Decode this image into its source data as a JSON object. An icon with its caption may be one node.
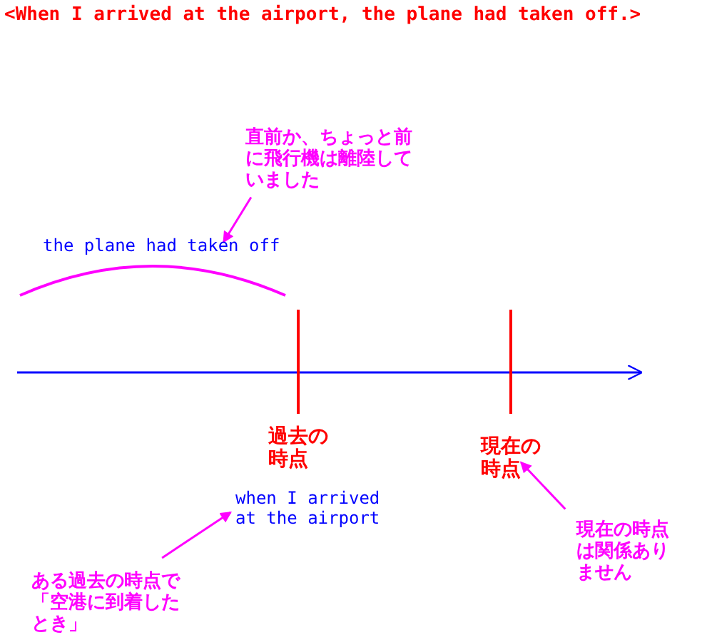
{
  "diagram": {
    "title": "<When I arrived at the airport, the plane had taken off.>",
    "nodes": [
      {
        "text": [
          "直前か、ちょっと前に飛行機は離陸していました"
        ]
      },
      {
        "text": [
          "the plane had taken off"
        ]
      },
      {
        "text": [
          "過去の時点"
        ]
      },
      {
        "text": [
          "現在の時点"
        ]
      },
      {
        "text": [
          "when I arrived at the airport"
        ]
      },
      {
        "text": [
          "ある過去の時点で「空港に到着したとき」"
        ]
      },
      {
        "text": [
          "現在の時点は関係ありません"
        ]
      }
    ],
    "edges": [
      {
        "from": 0,
        "to": 1,
        "arrow": "to"
      },
      {
        "from": 5,
        "to": 4,
        "arrow": "to"
      },
      {
        "from": 6,
        "to": 3,
        "arrow": "to"
      }
    ]
  }
}
